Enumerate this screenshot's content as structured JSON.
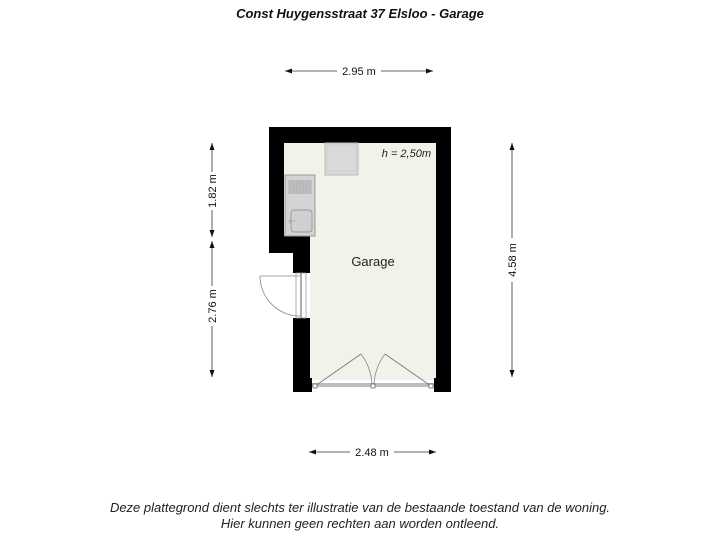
{
  "header": {
    "title": "Const Huygensstraat 37 Elsloo - Garage"
  },
  "floorplan": {
    "room_label": "Garage",
    "ceiling_height": "h = 2,50m",
    "colors": {
      "wall": "#000000",
      "floor": "#f3f2ea",
      "fixture": "#d6d6d6",
      "fixture_stroke": "#9a9a9a",
      "dimension": "#333333"
    },
    "fixtures": [
      "appliance-box",
      "sink-unit",
      "side-door",
      "double-garage-door"
    ]
  },
  "dimensions": {
    "top_width": "2.95 m",
    "bottom_width": "2.48 m",
    "left_upper": "1.82 m",
    "left_lower": "2.76 m",
    "right_height": "4.58 m"
  },
  "footer": {
    "line1": "Deze plattegrond dient slechts ter illustratie van de bestaande toestand van de woning.",
    "line2": "Hier kunnen geen rechten aan worden ontleend."
  }
}
